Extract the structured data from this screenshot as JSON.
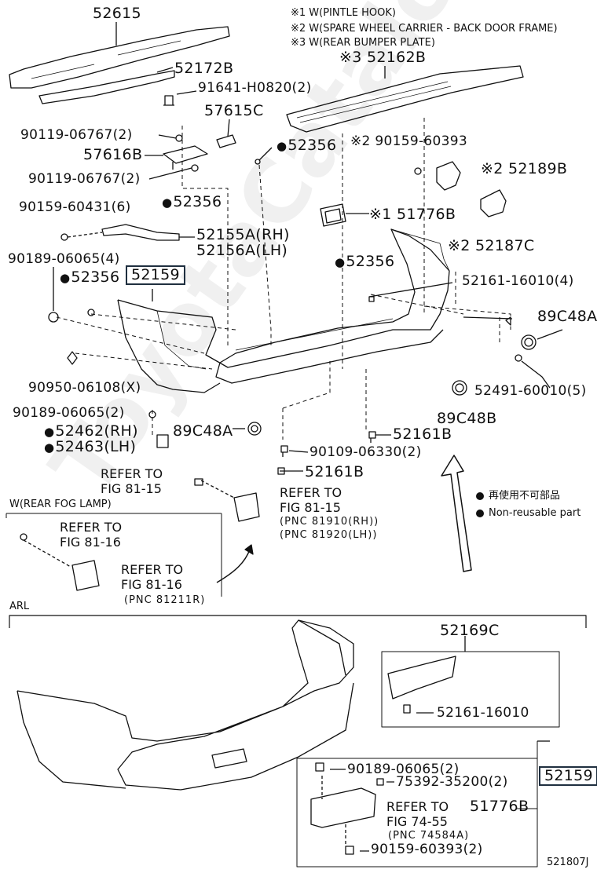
{
  "notes": [
    "※1 W(PINTLE HOOK)",
    "※2 W(SPARE WHEEL CARRIER - BACK DOOR FRAME)",
    "※3 W(REAR BUMPER PLATE)"
  ],
  "parts": {
    "p52615": "52615",
    "p52172B": "52172B",
    "p91641": "91641-H0820(2)",
    "p57615C": "57615C",
    "p90119a": "90119-06767(2)",
    "p57616B": "57616B",
    "p90119b": "90119-06767(2)",
    "p52356a": "52356",
    "p52356b": "52356",
    "p90159_60431": "90159-60431(6)",
    "p52155A": "52155A(RH)",
    "p52156A": "52156A(LH)",
    "p90189a": "90189-06065(4)",
    "p52356c": "52356",
    "p52159": "52159",
    "p52162B": "※3 52162B",
    "p90159_60393": "※2 90159-60393",
    "p52189B": "※2 52189B",
    "p51776B": "※1 51776B",
    "p52187C": "※2 52187C",
    "p52356d": "52356",
    "p52161_4": "52161-16010(4)",
    "p89C48A_r": "89C48A",
    "p90950": "90950-06108(X)",
    "p52491": "52491-60010(5)",
    "p90189b": "90189-06065(2)",
    "p89C48B": "89C48B",
    "p52462": "52462(RH)",
    "p52463": "52463(LH)",
    "p89C48A_l": "89C48A",
    "p52161B_a": "52161B",
    "p90109": "90109-06330(2)",
    "p52161B_b": "52161B"
  },
  "refs": {
    "ref81_15a": "REFER TO\nFIG 81-15",
    "ref81_15b": "REFER TO\nFIG 81-15",
    "pnc_81910": "(PNC 81910(RH))\n(PNC 81920(LH))",
    "fog_header": "W(REAR FOG LAMP)",
    "ref81_16a": "REFER TO\nFIG 81-16",
    "ref81_16b": "REFER TO\nFIG 81-16",
    "pnc_81211": "(PNC 81211R)"
  },
  "legend": {
    "jp": "再使用不可部品",
    "en": "Non-reusable part"
  },
  "arl": {
    "header": "ARL",
    "p52169C": "52169C",
    "p52161_16010": "52161-16010",
    "p90189": "90189-06065(2)",
    "p75392": "75392-35200(2)",
    "ref74_55": "REFER TO\nFIG 74-55",
    "p51776B": "51776B",
    "pnc_74584": "(PNC 74584A)",
    "p90159": "90159-60393(2)",
    "p52159": "52159"
  },
  "figure_id": "521807J",
  "watermark": "ToyotaCatalog.ru"
}
